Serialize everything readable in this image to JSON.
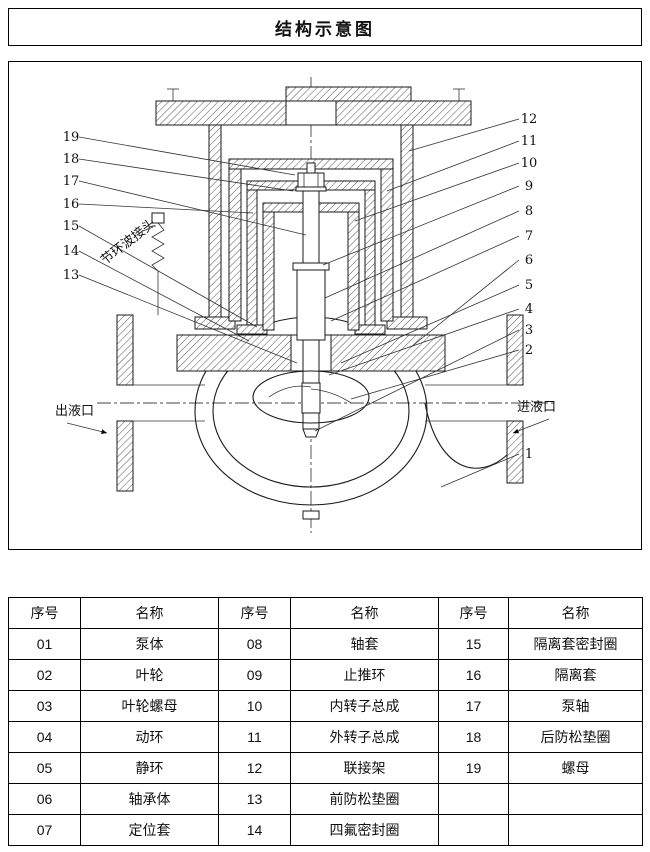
{
  "title": "结构示意图",
  "diagram": {
    "labels": {
      "outlet": "出液口",
      "inlet": "进液口",
      "connector": "节环波接头"
    },
    "left_numbers": [
      "19",
      "18",
      "17",
      "16",
      "15",
      "14",
      "13"
    ],
    "right_numbers": [
      "12",
      "11",
      "10",
      "9",
      "8",
      "7",
      "6",
      "5",
      "4",
      "3",
      "2",
      "1"
    ]
  },
  "table": {
    "headers": [
      "序号",
      "名称",
      "序号",
      "名称",
      "序号",
      "名称"
    ],
    "rows": [
      [
        "01",
        "泵体",
        "08",
        "轴套",
        "15",
        "隔离套密封圈"
      ],
      [
        "02",
        "叶轮",
        "09",
        "止推环",
        "16",
        "隔离套"
      ],
      [
        "03",
        "叶轮螺母",
        "10",
        "内转子总成",
        "17",
        "泵轴"
      ],
      [
        "04",
        "动环",
        "11",
        "外转子总成",
        "18",
        "后防松垫圈"
      ],
      [
        "05",
        "静环",
        "12",
        "联接架",
        "19",
        "螺母"
      ],
      [
        "06",
        "轴承体",
        "13",
        "前防松垫圈",
        "",
        ""
      ],
      [
        "07",
        "定位套",
        "14",
        "四氟密封圈",
        "",
        ""
      ]
    ]
  }
}
